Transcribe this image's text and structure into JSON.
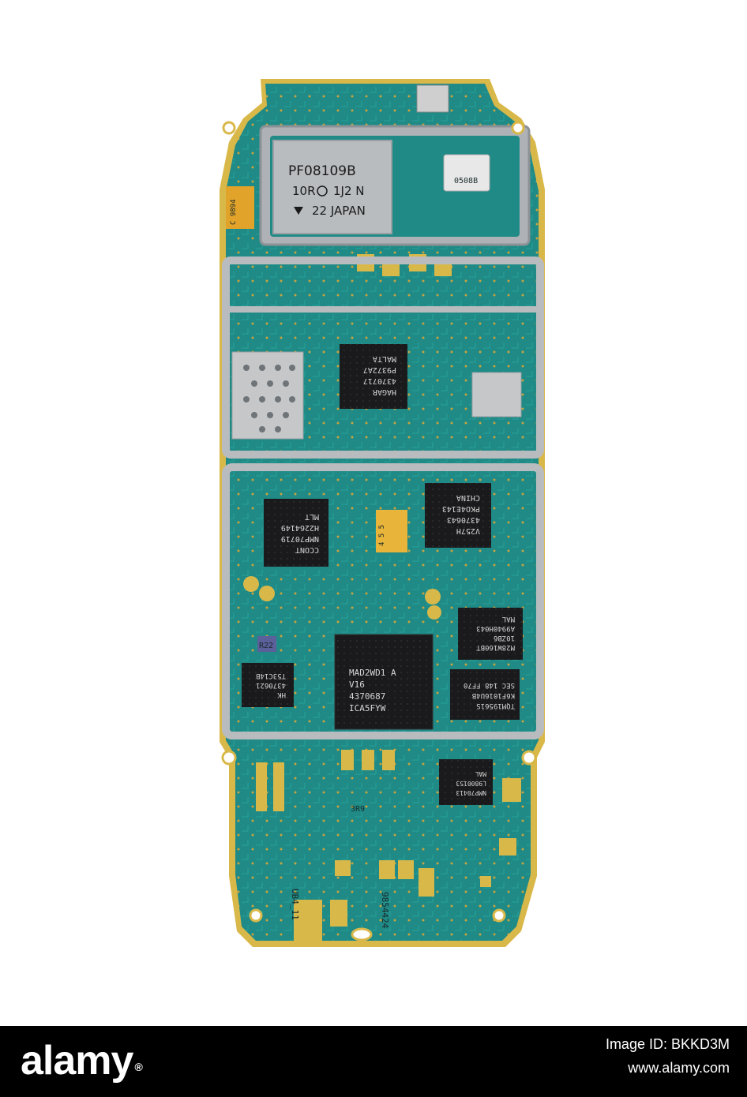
{
  "photo": {
    "subject": "mobile phone circuit board",
    "colors": {
      "board": "#1f8a86",
      "board_dark": "#176b69",
      "gold": "#d9b84a",
      "shield": "#b9bcbf",
      "chip": "#1d1d1f",
      "background": "#ffffff"
    },
    "markings": {
      "pa_module": [
        "PF08109B",
        "10R",
        "1J2 N",
        "22 JAPAN"
      ],
      "small_can": "0508B",
      "chip_mid": [
        "HAGAR",
        "4370717",
        "P9372A7",
        "MALTA"
      ],
      "chip_left": [
        "CCONT",
        "NMP70719",
        "H2264149",
        "MLT"
      ],
      "chip_right": [
        "V257H",
        "4370643",
        "PKO4E143",
        "CHINA"
      ],
      "chip_main": [
        "MAD2WD1   A",
        "V16",
        "4370687",
        "ICA5FYW"
      ],
      "chip_flash": [
        "M28W160BT",
        "10ZB6",
        "A9940H043",
        "MAL"
      ],
      "chip_sram": [
        "TQM19561S",
        "K6F1016U4B",
        "SEC 148 FF70"
      ],
      "chip_bottom": [
        "NMP70413",
        "L9800153",
        "MAL"
      ],
      "chip_small": [
        "HK",
        "4370621",
        "T53C14B"
      ],
      "resistor": "R22",
      "silk_ub4": "UB4_11",
      "silk_serial": "9854424",
      "silk_r89": "3R9",
      "cap_tantalum": "C 9894",
      "cap_yellow": "4 5 5"
    }
  },
  "stock_bar": {
    "logo": "alamy",
    "logo_mark": "®",
    "image_id": "Image ID: BKKD3M",
    "url": "www.alamy.com"
  }
}
